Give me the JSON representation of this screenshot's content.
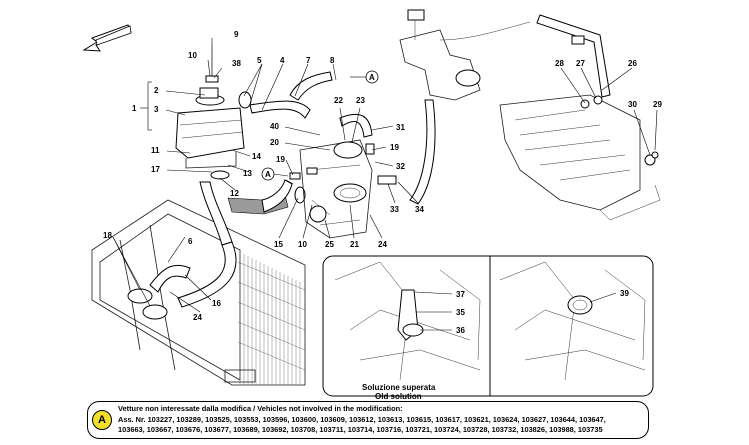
{
  "callouts": {
    "n1": "1",
    "n2": "2",
    "n3": "3",
    "n4": "4",
    "n5": "5",
    "n6": "6",
    "n7": "7",
    "n8": "8",
    "n9": "9",
    "n10": "10",
    "n11": "11",
    "n12": "12",
    "n13": "13",
    "n14": "14",
    "n15": "15",
    "n16": "16",
    "n17": "17",
    "n18": "18",
    "n19a": "19",
    "n19b": "19",
    "n20": "20",
    "n21": "21",
    "n22": "22",
    "n23": "23",
    "n24a": "24",
    "n24b": "24",
    "n25": "25",
    "n26": "26",
    "n27": "27",
    "n28": "28",
    "n29": "29",
    "n30": "30",
    "n31": "31",
    "n32": "32",
    "n33": "33",
    "n34": "34",
    "n35": "35",
    "n36": "36",
    "n37": "37",
    "n38": "38",
    "n39": "39",
    "n40": "40"
  },
  "markers": {
    "a1": "A",
    "a2": "A"
  },
  "detail": {
    "caption_it": "Soluzione superata",
    "caption_en": "Old solution"
  },
  "note": {
    "badge": "A",
    "line1": "Vetture non interessate dalla modifica / Vehicles not involved in the modification:",
    "line2": "Ass. Nr. 103227, 103289, 103525, 103553, 103596, 103600, 103609, 103612, 103613, 103615, 103617, 103621, 103624, 103627, 103644, 103647,",
    "line3": "103663, 103667, 103676, 103677, 103689, 103692, 103708, 103711, 103714, 103716, 103721, 103724, 103728, 103732, 103826, 103988, 103735"
  },
  "colors": {
    "badge_yellow": "#f1df2c",
    "shading": "#9a9a9a"
  },
  "icons": {
    "direction": "arrow-icon"
  }
}
